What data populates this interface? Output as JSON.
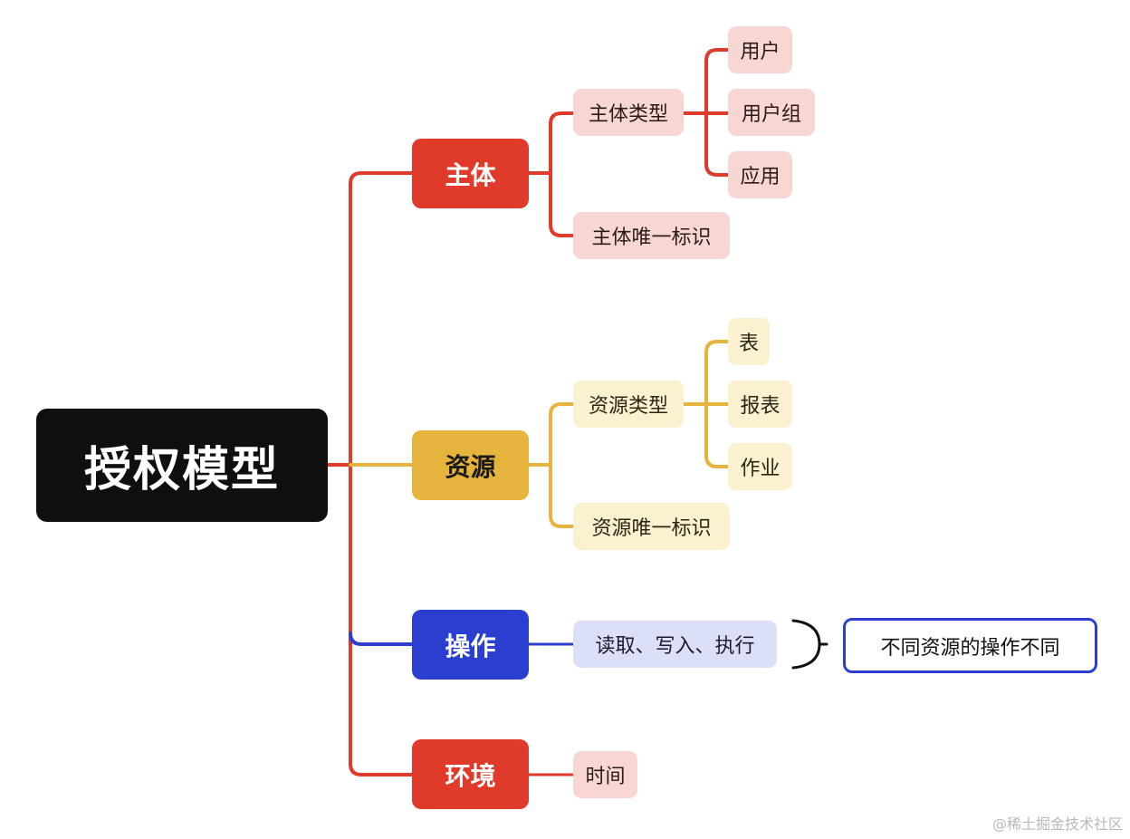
{
  "root": {
    "label": "授权模型"
  },
  "branches": {
    "subject": {
      "label": "主体",
      "type": {
        "label": "主体类型",
        "children": [
          "用户",
          "用户组",
          "应用"
        ]
      },
      "id": {
        "label": "主体唯一标识"
      }
    },
    "resource": {
      "label": "资源",
      "type": {
        "label": "资源类型",
        "children": [
          "表",
          "报表",
          "作业"
        ]
      },
      "id": {
        "label": "资源唯一标识"
      }
    },
    "operation": {
      "label": "操作",
      "item": {
        "label": "读取、写入、执行"
      },
      "note": {
        "label": "不同资源的操作不同"
      }
    },
    "environment": {
      "label": "环境",
      "item": {
        "label": "时间"
      }
    }
  },
  "colors": {
    "red": "#e03a2a",
    "yellow": "#e6b43c",
    "blue": "#2a3fd0",
    "black": "#0f0f0f"
  },
  "watermark": "@稀土掘金技术社区"
}
